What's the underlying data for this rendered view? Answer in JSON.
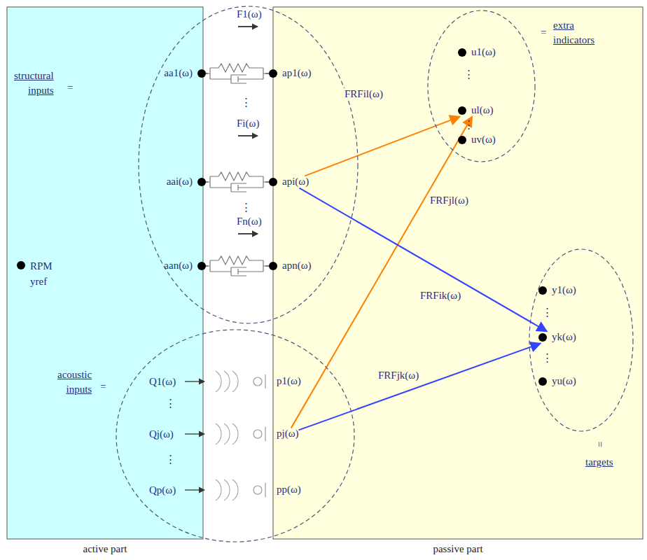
{
  "diagram": {
    "nodes": [
      {
        "text": [
          "active part"
        ]
      },
      {
        "text": [
          "passive part"
        ]
      },
      {
        "text": [
          "RPM yref"
        ],
        "in": 0
      },
      {
        "text": [
          "structural inputs"
        ]
      },
      {
        "text": [
          "aa1(ω)"
        ],
        "in": 3
      },
      {
        "text": [
          "aai(ω)"
        ],
        "in": 3
      },
      {
        "text": [
          "aan(ω)"
        ],
        "in": 3
      },
      {
        "text": [
          "ap1(ω)"
        ],
        "in": 3
      },
      {
        "text": [
          "api(ω)"
        ],
        "in": 3
      },
      {
        "text": [
          "apn(ω)"
        ],
        "in": 3
      },
      {
        "text": [
          "acoustic inputs"
        ]
      },
      {
        "text": [
          "p1(ω)"
        ],
        "in": 10
      },
      {
        "text": [
          "pj(ω)"
        ],
        "in": 10
      },
      {
        "text": [
          "pp(ω)"
        ],
        "in": 10
      },
      {
        "text": [
          "extra indicators"
        ],
        "in": 1
      },
      {
        "text": [
          "u1(ω)"
        ],
        "in": 14
      },
      {
        "text": [
          "ul(ω)"
        ],
        "in": 14
      },
      {
        "text": [
          "uv(ω)"
        ],
        "in": 14
      },
      {
        "text": [
          "targets"
        ],
        "in": 1
      },
      {
        "text": [
          "y1(ω)"
        ],
        "in": 18
      },
      {
        "text": [
          "yk(ω)"
        ],
        "in": 18
      },
      {
        "text": [
          "yu(ω)"
        ],
        "in": 18
      }
    ],
    "edges": [
      {
        "from": 4,
        "to": 7,
        "arrow": "none"
      },
      {
        "from": 5,
        "to": 8,
        "arrow": "none"
      },
      {
        "from": 6,
        "to": 9,
        "arrow": "none"
      },
      {
        "from": 8,
        "to": 16,
        "label": "FRFil(ω)",
        "arrow": "to"
      },
      {
        "from": 12,
        "to": 16,
        "label": "FRFjl(ω)",
        "arrow": "to"
      },
      {
        "from": 8,
        "to": 20,
        "label": "FRFik(ω)",
        "arrow": "to"
      },
      {
        "from": 12,
        "to": 20,
        "label": "FRFjk(ω)",
        "arrow": "to"
      }
    ],
    "labels": [
      "F1(ω)",
      "⋮",
      "Fi(ω)",
      "⋮",
      "Fn(ω)",
      "=",
      "Q1(ω)",
      "⋮",
      "Qj(ω)",
      "⋮",
      "Qp(ω)",
      "=",
      "⋮",
      "⋮",
      "=",
      "⋮",
      "⋮",
      "="
    ]
  }
}
